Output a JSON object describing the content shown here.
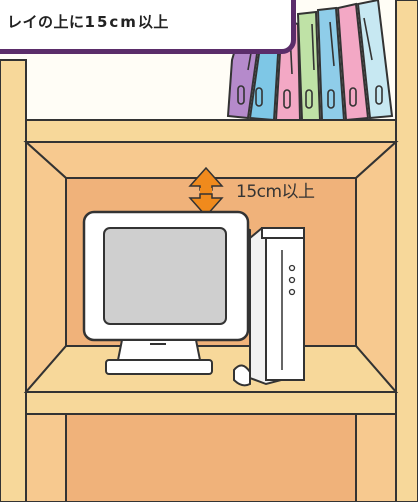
{
  "callout": {
    "text_part1": "レイの上に",
    "text_number": "15cm",
    "text_part2": "以上"
  },
  "gap_label": "15cm以上",
  "icons": {
    "arrow": "double-vertical-arrow-icon",
    "monitor": "crt-monitor-icon",
    "tower": "pc-tower-icon"
  },
  "colors": {
    "frame_border": "#5b2d6a",
    "shelf_wood": "#f7d89a",
    "cabinet_inner": "#f0b27a",
    "arrow": "#f08a1c"
  }
}
